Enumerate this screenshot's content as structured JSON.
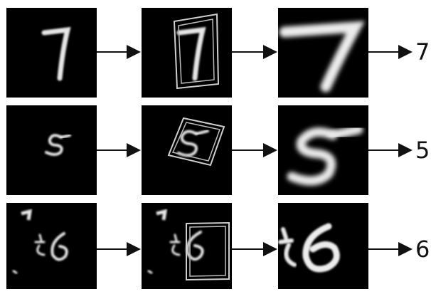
{
  "rows": [
    {
      "digit_label": "7",
      "stage_names": [
        "input-7",
        "transform-box-7",
        "normalized-7"
      ]
    },
    {
      "digit_label": "5",
      "stage_names": [
        "input-5",
        "transform-box-5",
        "normalized-5"
      ]
    },
    {
      "digit_label": "6",
      "stage_names": [
        "input-6",
        "transform-box-6",
        "normalized-6"
      ]
    }
  ],
  "colors": {
    "background": "#ffffff",
    "panel": "#000000",
    "stroke": "#e9e9e9",
    "arrow": "#111111",
    "box": "#cfcfcf"
  }
}
